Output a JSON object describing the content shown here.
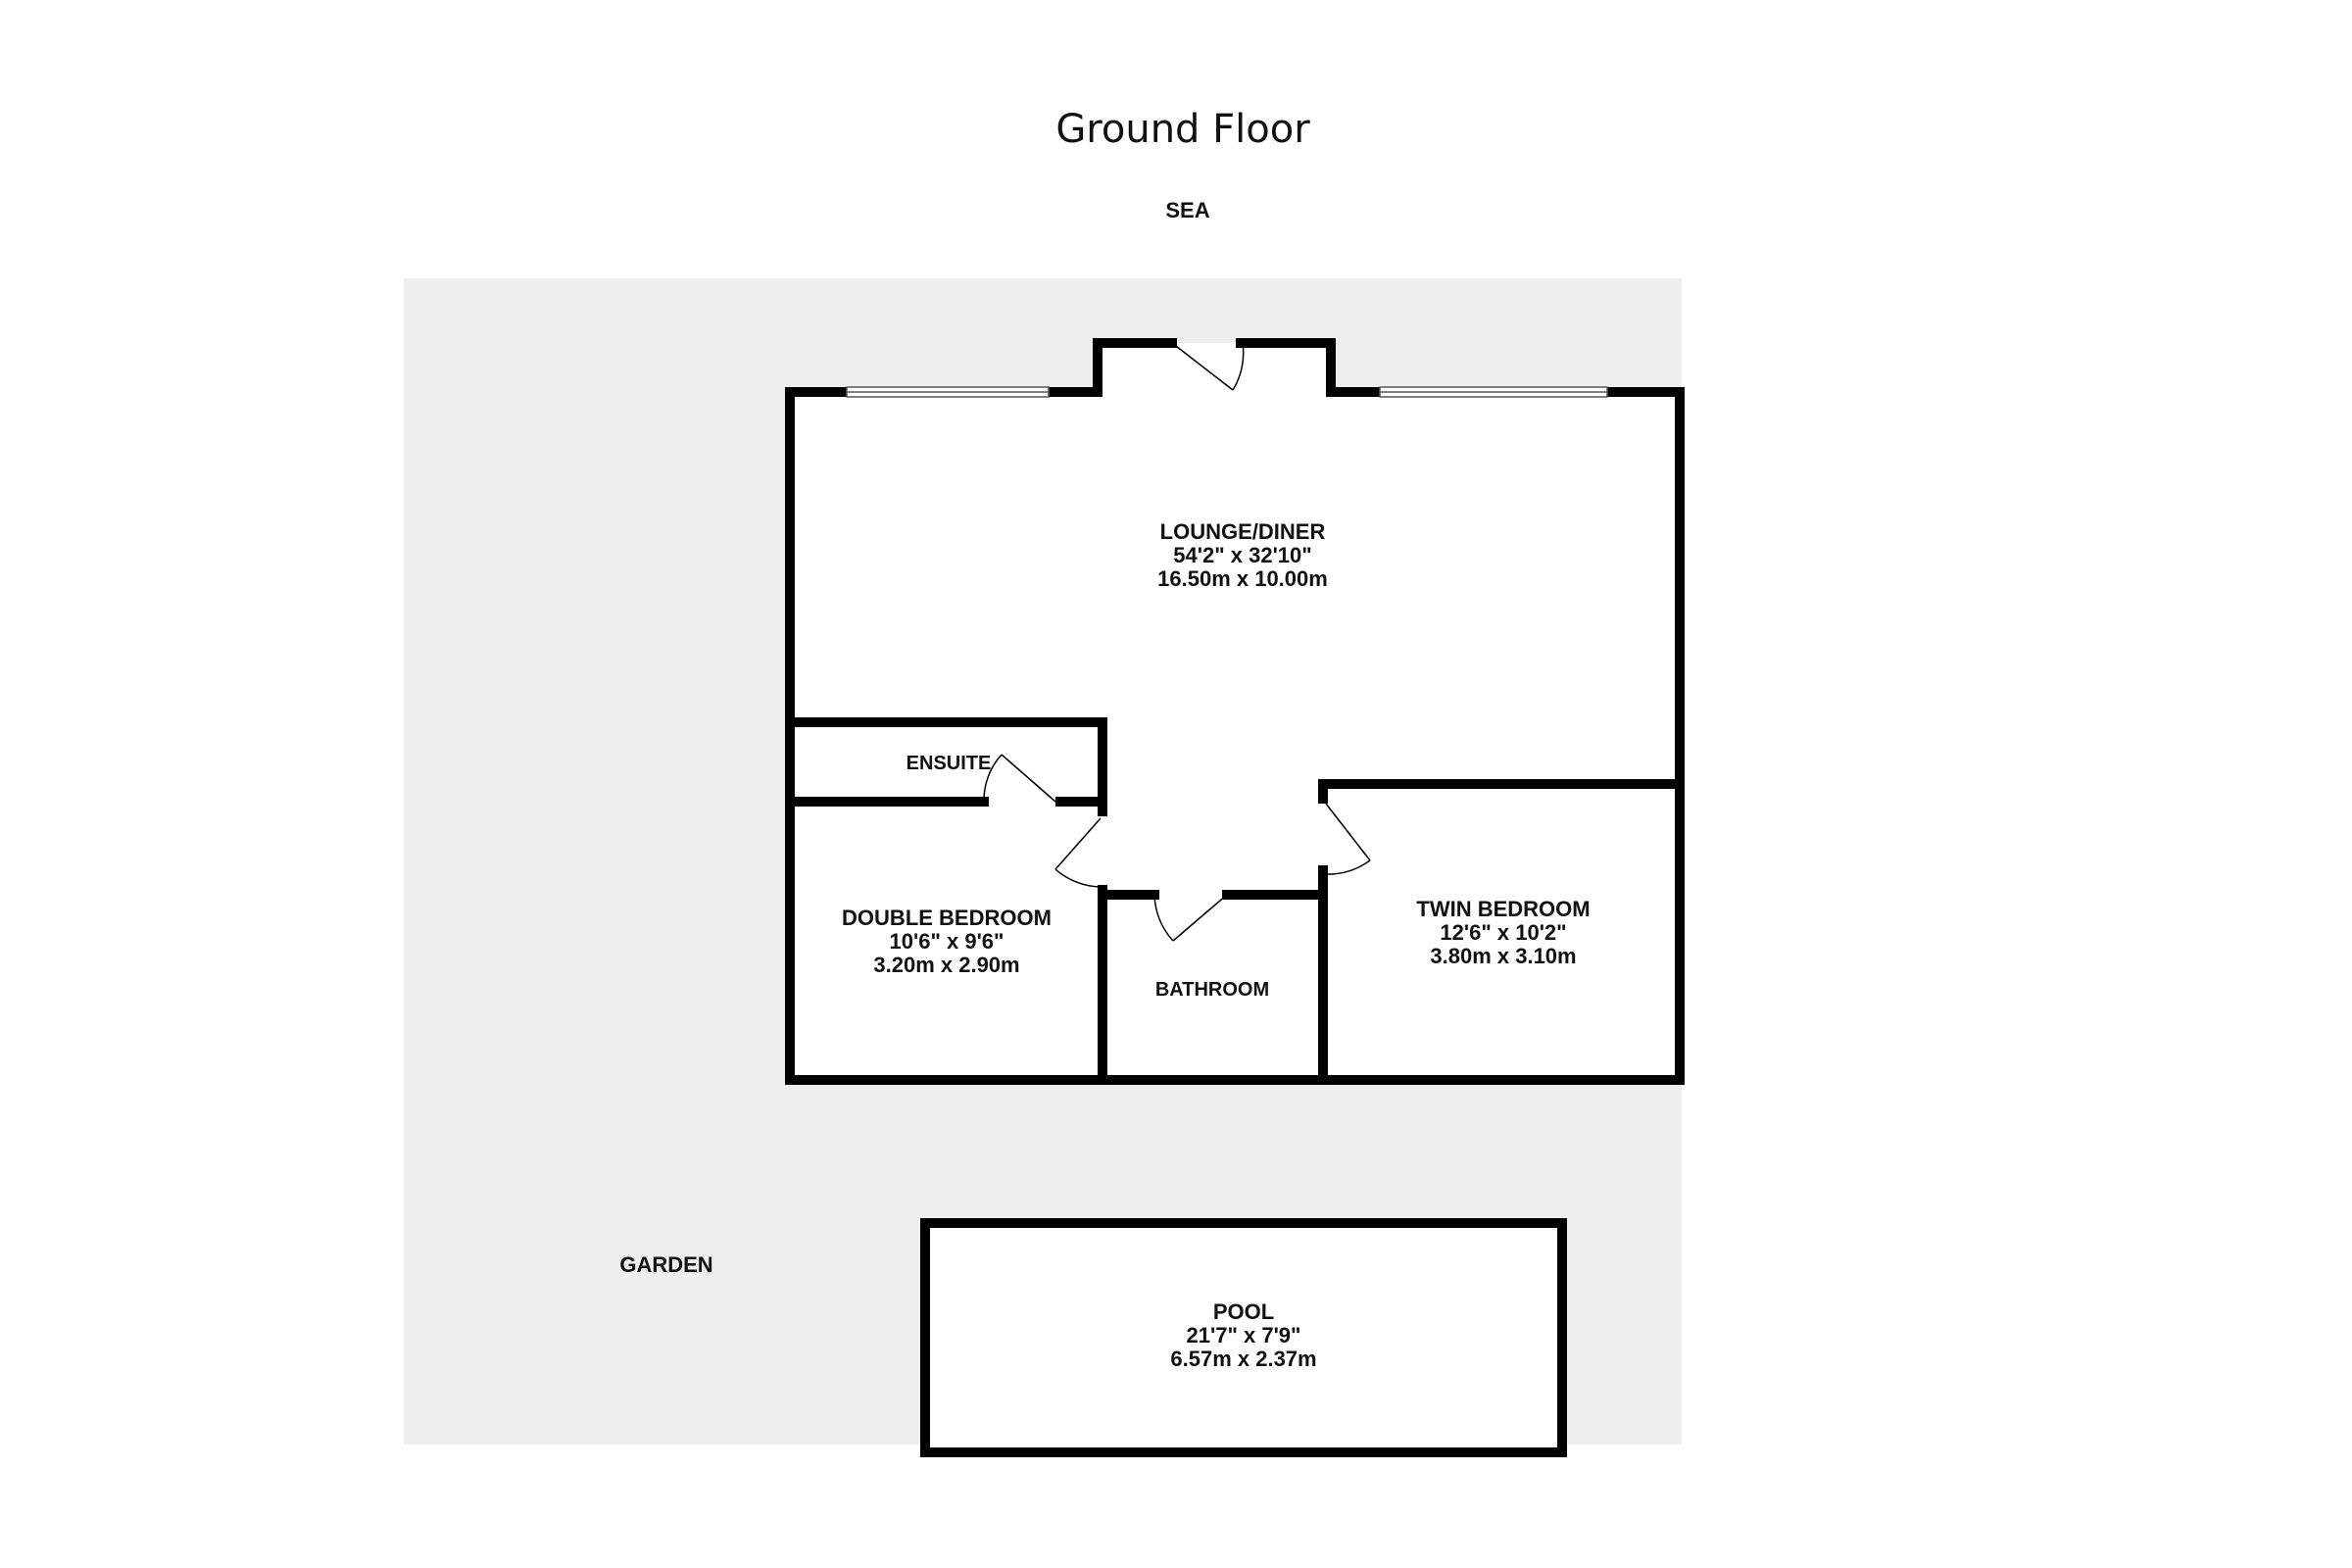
{
  "title": "Ground Floor",
  "sea_label": "SEA",
  "garden_label": "GARDEN",
  "rooms": {
    "lounge": {
      "name": "LOUNGE/DINER",
      "imperial": "54'2\"  x 32'10\"",
      "metric": "16.50m  x 10.00m"
    },
    "ensuite": {
      "name": "ENSUITE"
    },
    "double_bedroom": {
      "name": "DOUBLE BEDROOM",
      "imperial": "10'6\"  x 9'6\"",
      "metric": "3.20m  x 2.90m"
    },
    "bathroom": {
      "name": "BATHROOM"
    },
    "twin_bedroom": {
      "name": "TWIN BEDROOM",
      "imperial": "12'6\"  x 10'2\"",
      "metric": "3.80m  x 3.10m"
    },
    "pool": {
      "name": "POOL",
      "imperial": "21'7\"  x 7'9\"",
      "metric": "6.57m  x 2.37m"
    }
  },
  "colors": {
    "garden": "#eeeeee",
    "wall": "#000000",
    "interior": "#ffffff"
  }
}
